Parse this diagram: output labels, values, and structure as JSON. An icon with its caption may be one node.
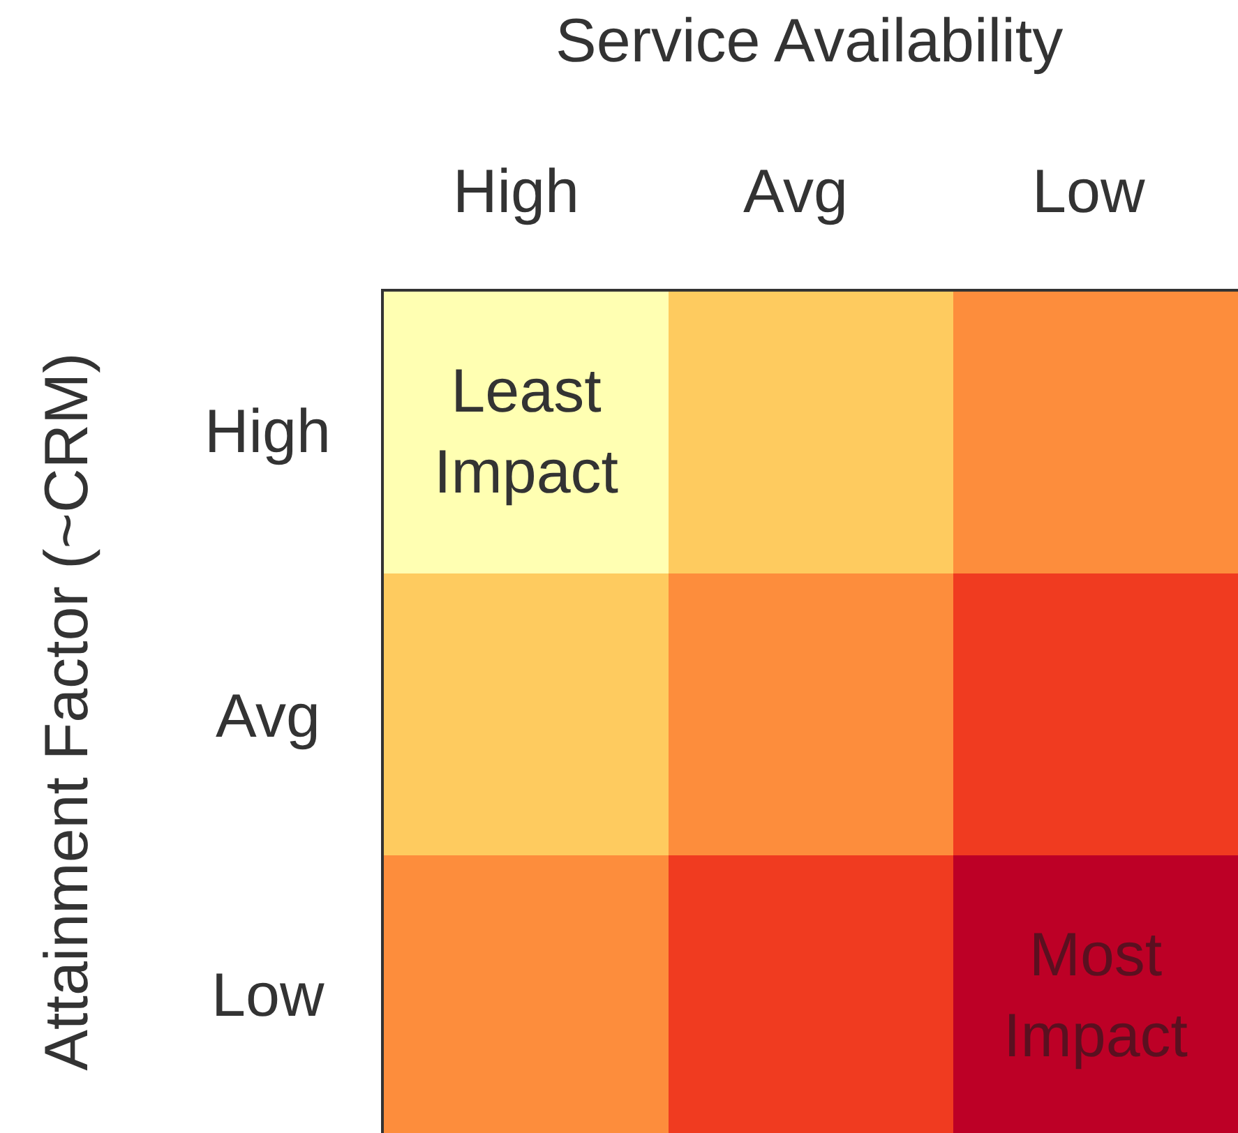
{
  "diagram": {
    "nodes": [
      {
        "text": [
          "Least Impact"
        ]
      },
      {
        "text": [],
        "shape": "box"
      },
      {
        "text": [],
        "shape": "box"
      },
      {
        "text": [],
        "shape": "box"
      },
      {
        "text": [],
        "shape": "box"
      },
      {
        "text": [],
        "shape": "box"
      },
      {
        "text": [],
        "shape": "box"
      },
      {
        "text": [],
        "shape": "box"
      },
      {
        "text": [
          "Most Impact"
        ]
      }
    ],
    "labels": [
      "Service Availability",
      "High",
      "Avg",
      "Low",
      "Attainment Factor (~CRM)",
      "High",
      "Avg",
      "Low"
    ]
  }
}
